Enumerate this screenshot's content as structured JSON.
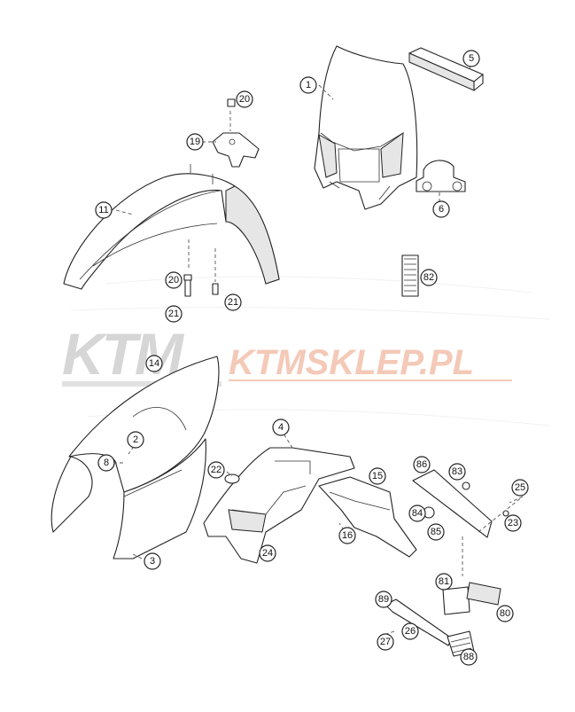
{
  "watermark": {
    "logo_text": "KTM",
    "site_text": "KTMSKLEP.PL"
  },
  "callouts": [
    {
      "id": "c1",
      "label": "1"
    },
    {
      "id": "c5",
      "label": "5"
    },
    {
      "id": "c20a",
      "label": "20"
    },
    {
      "id": "c19",
      "label": "19"
    },
    {
      "id": "c11",
      "label": "11"
    },
    {
      "id": "c6",
      "label": "6"
    },
    {
      "id": "c20b",
      "label": "20"
    },
    {
      "id": "c21a",
      "label": "21"
    },
    {
      "id": "c21b",
      "label": "21"
    },
    {
      "id": "c82",
      "label": "82"
    },
    {
      "id": "c14",
      "label": "14"
    },
    {
      "id": "c2",
      "label": "2"
    },
    {
      "id": "c8",
      "label": "8"
    },
    {
      "id": "c3",
      "label": "3"
    },
    {
      "id": "c4",
      "label": "4"
    },
    {
      "id": "c22",
      "label": "22"
    },
    {
      "id": "c15",
      "label": "15"
    },
    {
      "id": "c16",
      "label": "16"
    },
    {
      "id": "c24",
      "label": "24"
    },
    {
      "id": "c86",
      "label": "86"
    },
    {
      "id": "c83",
      "label": "83"
    },
    {
      "id": "c84",
      "label": "84"
    },
    {
      "id": "c85",
      "label": "85"
    },
    {
      "id": "c25",
      "label": "25"
    },
    {
      "id": "c23",
      "label": "23"
    },
    {
      "id": "c81",
      "label": "81"
    },
    {
      "id": "c89",
      "label": "89"
    },
    {
      "id": "c80",
      "label": "80"
    },
    {
      "id": "c27",
      "label": "27"
    },
    {
      "id": "c26",
      "label": "26"
    },
    {
      "id": "c88",
      "label": "88"
    }
  ]
}
